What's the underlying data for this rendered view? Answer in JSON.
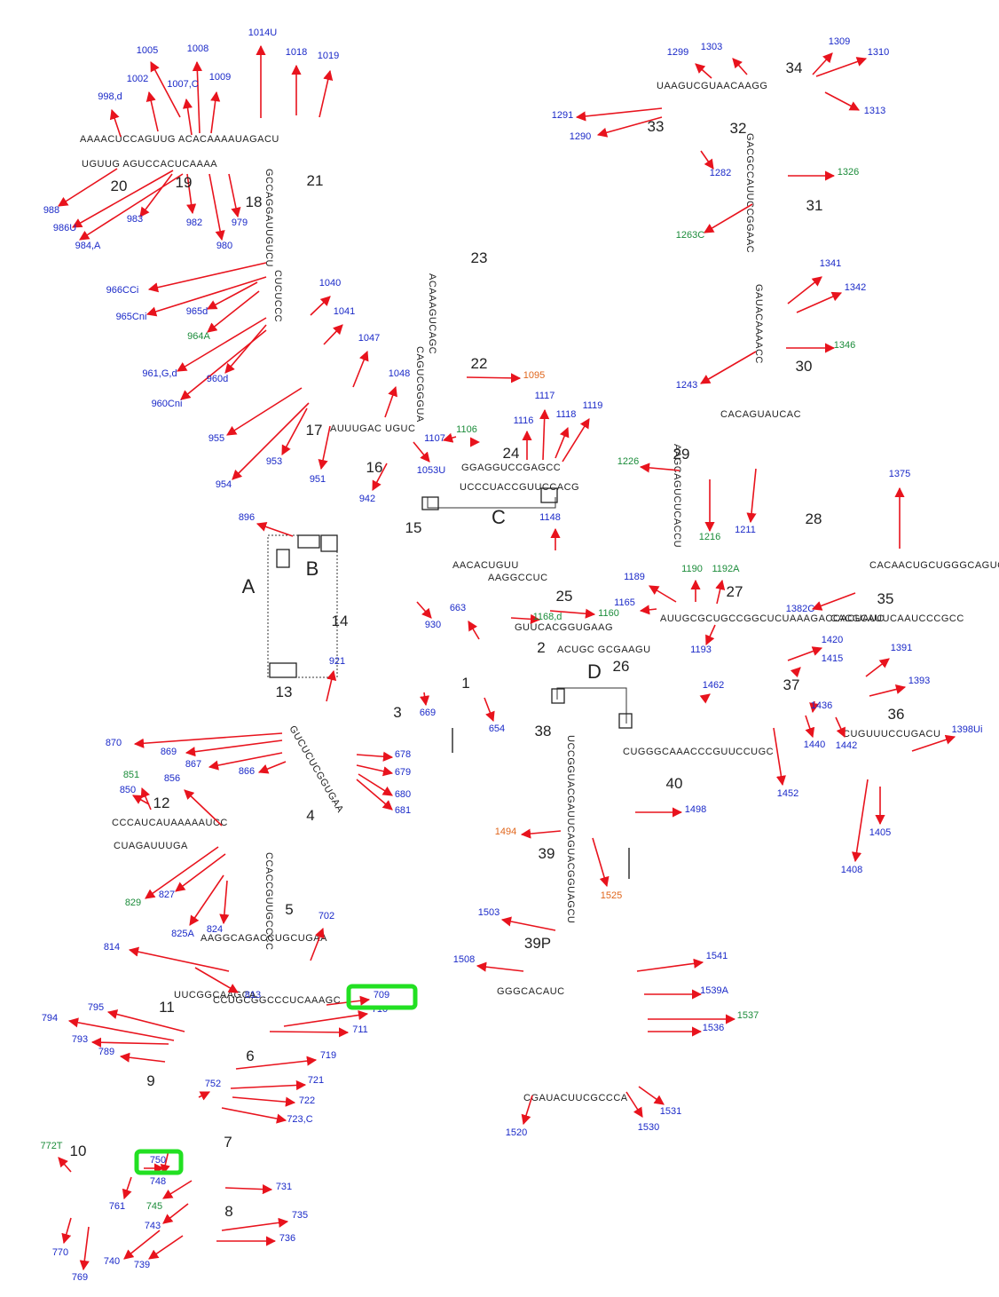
{
  "colors": {
    "arrow": "#e8131d",
    "site_blue": "#1a29c8",
    "site_green": "#1b8c3a",
    "site_orange": "#e0661c",
    "highlight": "#22e022",
    "ink": "#222222"
  },
  "helices": [
    {
      "label": "1"
    },
    {
      "label": "2"
    },
    {
      "label": "3"
    },
    {
      "label": "4"
    },
    {
      "label": "5"
    },
    {
      "label": "6"
    },
    {
      "label": "7"
    },
    {
      "label": "8"
    },
    {
      "label": "9"
    },
    {
      "label": "10"
    },
    {
      "label": "11"
    },
    {
      "label": "12"
    },
    {
      "label": "13"
    },
    {
      "label": "14"
    },
    {
      "label": "15"
    },
    {
      "label": "16"
    },
    {
      "label": "17"
    },
    {
      "label": "18"
    },
    {
      "label": "19"
    },
    {
      "label": "20"
    },
    {
      "label": "21"
    },
    {
      "label": "22"
    },
    {
      "label": "23"
    },
    {
      "label": "24"
    },
    {
      "label": "25"
    },
    {
      "label": "26"
    },
    {
      "label": "27"
    },
    {
      "label": "28"
    },
    {
      "label": "29"
    },
    {
      "label": "30"
    },
    {
      "label": "31"
    },
    {
      "label": "32"
    },
    {
      "label": "33"
    },
    {
      "label": "34"
    },
    {
      "label": "35"
    },
    {
      "label": "36"
    },
    {
      "label": "37"
    },
    {
      "label": "38"
    },
    {
      "label": "39"
    },
    {
      "label": "39P"
    },
    {
      "label": "40"
    }
  ],
  "regions": [
    {
      "label": "A"
    },
    {
      "label": "B"
    },
    {
      "label": "C"
    },
    {
      "label": "D"
    }
  ],
  "sites": [
    {
      "label": "1005",
      "color": "blue"
    },
    {
      "label": "1008",
      "color": "blue"
    },
    {
      "label": "1014U",
      "color": "blue"
    },
    {
      "label": "1018",
      "color": "blue"
    },
    {
      "label": "1019",
      "color": "blue"
    },
    {
      "label": "1002",
      "color": "blue"
    },
    {
      "label": "1007,C",
      "color": "blue"
    },
    {
      "label": "1009",
      "color": "blue"
    },
    {
      "label": "998,d",
      "color": "blue"
    },
    {
      "label": "988",
      "color": "blue"
    },
    {
      "label": "986U",
      "color": "blue"
    },
    {
      "label": "984,A",
      "color": "blue"
    },
    {
      "label": "983",
      "color": "blue"
    },
    {
      "label": "982",
      "color": "blue"
    },
    {
      "label": "979",
      "color": "blue"
    },
    {
      "label": "980",
      "color": "blue"
    },
    {
      "label": "966CCi",
      "color": "blue"
    },
    {
      "label": "965Cni",
      "color": "blue"
    },
    {
      "label": "965d",
      "color": "blue"
    },
    {
      "label": "964A",
      "color": "green"
    },
    {
      "label": "961,G,d",
      "color": "blue"
    },
    {
      "label": "960d",
      "color": "blue"
    },
    {
      "label": "960Cni",
      "color": "blue"
    },
    {
      "label": "1040",
      "color": "blue"
    },
    {
      "label": "1041",
      "color": "blue"
    },
    {
      "label": "1047",
      "color": "blue"
    },
    {
      "label": "1048",
      "color": "blue"
    },
    {
      "label": "955",
      "color": "blue"
    },
    {
      "label": "953",
      "color": "blue"
    },
    {
      "label": "954",
      "color": "blue"
    },
    {
      "label": "951",
      "color": "blue"
    },
    {
      "label": "942",
      "color": "blue"
    },
    {
      "label": "1053U",
      "color": "blue"
    },
    {
      "label": "1107",
      "color": "blue"
    },
    {
      "label": "1106",
      "color": "green"
    },
    {
      "label": "1095",
      "color": "orange"
    },
    {
      "label": "1116",
      "color": "blue"
    },
    {
      "label": "1117",
      "color": "blue"
    },
    {
      "label": "1118",
      "color": "blue"
    },
    {
      "label": "1119",
      "color": "blue"
    },
    {
      "label": "1148",
      "color": "blue"
    },
    {
      "label": "896",
      "color": "blue"
    },
    {
      "label": "930",
      "color": "blue"
    },
    {
      "label": "663",
      "color": "blue"
    },
    {
      "label": "1168,d",
      "color": "green"
    },
    {
      "label": "1160",
      "color": "green"
    },
    {
      "label": "1165",
      "color": "blue"
    },
    {
      "label": "921",
      "color": "blue"
    },
    {
      "label": "669",
      "color": "blue"
    },
    {
      "label": "654",
      "color": "blue"
    },
    {
      "label": "870",
      "color": "blue"
    },
    {
      "label": "869",
      "color": "blue"
    },
    {
      "label": "867",
      "color": "blue"
    },
    {
      "label": "866",
      "color": "blue"
    },
    {
      "label": "678",
      "color": "blue"
    },
    {
      "label": "679",
      "color": "blue"
    },
    {
      "label": "680",
      "color": "blue"
    },
    {
      "label": "681",
      "color": "blue"
    },
    {
      "label": "851",
      "color": "green"
    },
    {
      "label": "850",
      "color": "blue"
    },
    {
      "label": "856",
      "color": "blue"
    },
    {
      "label": "829",
      "color": "green"
    },
    {
      "label": "827",
      "color": "blue"
    },
    {
      "label": "825A",
      "color": "blue"
    },
    {
      "label": "824",
      "color": "blue"
    },
    {
      "label": "702",
      "color": "blue"
    },
    {
      "label": "814",
      "color": "blue"
    },
    {
      "label": "813",
      "color": "blue"
    },
    {
      "label": "709",
      "color": "blue"
    },
    {
      "label": "710",
      "color": "blue"
    },
    {
      "label": "711",
      "color": "blue"
    },
    {
      "label": "795",
      "color": "blue"
    },
    {
      "label": "794",
      "color": "blue"
    },
    {
      "label": "793",
      "color": "blue"
    },
    {
      "label": "789",
      "color": "blue"
    },
    {
      "label": "719",
      "color": "blue"
    },
    {
      "label": "721",
      "color": "blue"
    },
    {
      "label": "722",
      "color": "blue"
    },
    {
      "label": "723,C",
      "color": "blue"
    },
    {
      "label": "752",
      "color": "blue"
    },
    {
      "label": "772T",
      "color": "green"
    },
    {
      "label": "750",
      "color": "blue"
    },
    {
      "label": "748",
      "color": "blue"
    },
    {
      "label": "761",
      "color": "blue"
    },
    {
      "label": "745",
      "color": "green"
    },
    {
      "label": "743",
      "color": "blue"
    },
    {
      "label": "731",
      "color": "blue"
    },
    {
      "label": "735",
      "color": "blue"
    },
    {
      "label": "736",
      "color": "blue"
    },
    {
      "label": "740",
      "color": "blue"
    },
    {
      "label": "739",
      "color": "blue"
    },
    {
      "label": "770",
      "color": "blue"
    },
    {
      "label": "769",
      "color": "blue"
    },
    {
      "label": "1299",
      "color": "blue"
    },
    {
      "label": "1303",
      "color": "blue"
    },
    {
      "label": "1309",
      "color": "blue"
    },
    {
      "label": "1310",
      "color": "blue"
    },
    {
      "label": "1313",
      "color": "blue"
    },
    {
      "label": "1291",
      "color": "blue"
    },
    {
      "label": "1290",
      "color": "blue"
    },
    {
      "label": "1282",
      "color": "blue"
    },
    {
      "label": "1326",
      "color": "green"
    },
    {
      "label": "1263C",
      "color": "green"
    },
    {
      "label": "1341",
      "color": "blue"
    },
    {
      "label": "1342",
      "color": "blue"
    },
    {
      "label": "1346",
      "color": "green"
    },
    {
      "label": "1243",
      "color": "blue"
    },
    {
      "label": "1226",
      "color": "green"
    },
    {
      "label": "1216",
      "color": "green"
    },
    {
      "label": "1211",
      "color": "blue"
    },
    {
      "label": "1375",
      "color": "blue"
    },
    {
      "label": "1190",
      "color": "green"
    },
    {
      "label": "1192A",
      "color": "green"
    },
    {
      "label": "1189",
      "color": "blue"
    },
    {
      "label": "1193",
      "color": "blue"
    },
    {
      "label": "1382C",
      "color": "blue"
    },
    {
      "label": "1420",
      "color": "blue"
    },
    {
      "label": "1415",
      "color": "blue"
    },
    {
      "label": "1391",
      "color": "blue"
    },
    {
      "label": "1393",
      "color": "blue"
    },
    {
      "label": "1462",
      "color": "blue"
    },
    {
      "label": "1436",
      "color": "blue"
    },
    {
      "label": "1440",
      "color": "blue"
    },
    {
      "label": "1442",
      "color": "blue"
    },
    {
      "label": "1398Ui",
      "color": "blue"
    },
    {
      "label": "1452",
      "color": "blue"
    },
    {
      "label": "1405",
      "color": "blue"
    },
    {
      "label": "1408",
      "color": "blue"
    },
    {
      "label": "1498",
      "color": "blue"
    },
    {
      "label": "1494",
      "color": "orange"
    },
    {
      "label": "1525",
      "color": "orange"
    },
    {
      "label": "1503",
      "color": "blue"
    },
    {
      "label": "1508",
      "color": "blue"
    },
    {
      "label": "1541",
      "color": "blue"
    },
    {
      "label": "1539A",
      "color": "blue"
    },
    {
      "label": "1537",
      "color": "green"
    },
    {
      "label": "1536",
      "color": "blue"
    },
    {
      "label": "1520",
      "color": "blue"
    },
    {
      "label": "1530",
      "color": "blue"
    },
    {
      "label": "1531",
      "color": "blue"
    }
  ],
  "sequence_fragments": [
    "AAAACUCCAGUUG ACACAAAAUAGACU",
    "UGUUG AGUCCACUCAAAA",
    "GCCAGGAUUGUCU",
    "CUCUCCC",
    "AUUUGAC UGUC",
    "AACACUGUU",
    "AAGGCCUC",
    "GUCUCUCGGUGAA",
    "ACUGC GCGAAGU",
    "CCCAUCAUAAAAAUCC",
    "CUAGAUUUGA",
    "CCACCGUUGCCCC",
    "AAGGCAGACCUGCUGAA",
    "CCUGCGGCCCUCAAAGC",
    "UUCGGCAAGCA",
    "GGAGGUCCGAGCC",
    "UCCCUACCGUUCCACG",
    "ACAAAGUCAGC",
    "CAGUCGGGUA",
    "GUUCACGGUGAAG",
    "UAAGUCGUAACAAGG",
    "GACGCCAUUCCGGAAC",
    "CACAGUAUCAC",
    "GAUACAAAACC",
    "AUUGCGCUGCCGGCUCUAAAGACCACUAUC",
    "CACGCAUUCAAUCCCGCC",
    "CUGUUUCCUGACU",
    "UCCGGUACGAUUCAGUACGGUAGCU",
    "CUGGGCAAACCCGUUCCUGC",
    "GGGCACAUC",
    "CGAUACUUCGCCCA",
    "CACAACUGCUGGGCAGUC",
    "AAGCAGUCUCACCU"
  ]
}
